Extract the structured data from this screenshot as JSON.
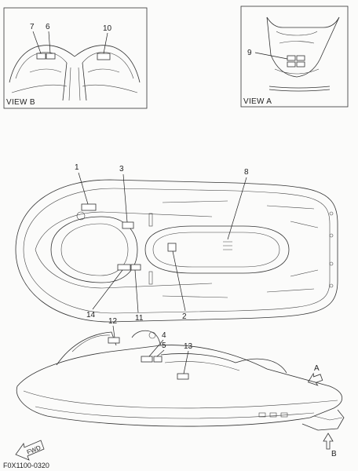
{
  "views": {
    "view_b": {
      "caption": "VIEW B",
      "callouts": [
        "7",
        "6",
        "10"
      ]
    },
    "view_a": {
      "caption": "VIEW A",
      "callouts": [
        "9"
      ]
    }
  },
  "top_view": {
    "callouts": [
      "1",
      "3",
      "8",
      "14",
      "11",
      "2"
    ]
  },
  "side_view": {
    "callouts": [
      "12",
      "4",
      "5",
      "13"
    ],
    "view_arrows": [
      "A",
      "B"
    ],
    "fwd_label": "FWD"
  },
  "figure_code": "F0X1100-0320"
}
